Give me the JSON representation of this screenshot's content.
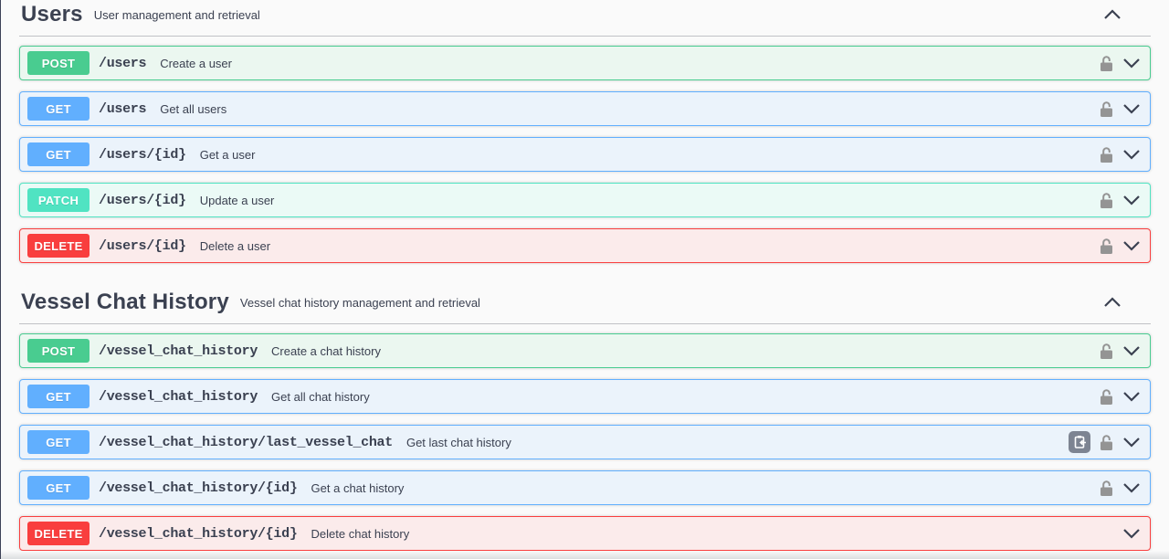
{
  "colors": {
    "post": "#49cc90",
    "get": "#61affe",
    "patch": "#50e3c2",
    "delete": "#f93e3e",
    "text": "#3b4151",
    "lock_icon": "#949494",
    "clipboard_button_bg": "#7d8492"
  },
  "sections": [
    {
      "title": "Users",
      "subtitle": "User management and retrieval",
      "endpoints": [
        {
          "method": "POST",
          "path": "/users",
          "description": "Create a user"
        },
        {
          "method": "GET",
          "path": "/users",
          "description": "Get all users"
        },
        {
          "method": "GET",
          "path": "/users/{id}",
          "description": "Get a user"
        },
        {
          "method": "PATCH",
          "path": "/users/{id}",
          "description": "Update a user"
        },
        {
          "method": "DELETE",
          "path": "/users/{id}",
          "description": "Delete a user"
        }
      ]
    },
    {
      "title": "Vessel Chat History",
      "subtitle": "Vessel chat history management and retrieval",
      "endpoints": [
        {
          "method": "POST",
          "path": "/vessel_chat_history",
          "description": "Create a chat history"
        },
        {
          "method": "GET",
          "path": "/vessel_chat_history",
          "description": "Get all chat history"
        },
        {
          "method": "GET",
          "path": "/vessel_chat_history/last_vessel_chat",
          "description": "Get last chat history"
        },
        {
          "method": "GET",
          "path": "/vessel_chat_history/{id}",
          "description": "Get a chat history"
        },
        {
          "method": "DELETE",
          "path": "/vessel_chat_history/{id}",
          "description": "Delete chat history"
        }
      ]
    }
  ]
}
